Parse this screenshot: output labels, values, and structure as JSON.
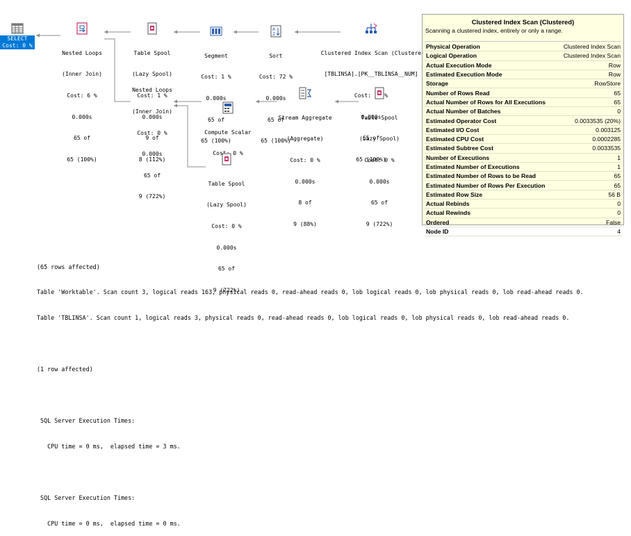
{
  "plan": {
    "select": {
      "label": "SELECT",
      "cost": "Cost: 0 %"
    },
    "nodes": [
      {
        "id": "nested-loops-1",
        "lines": [
          "Nested Loops",
          "(Inner Join)",
          "Cost: 6 %",
          "0.000s",
          "65 of",
          "65 (100%)"
        ]
      },
      {
        "id": "table-spool-1",
        "lines": [
          "Table Spool",
          "(Lazy Spool)",
          "Cost: 1 %",
          "0.000s",
          "9 of",
          "8 (112%)"
        ]
      },
      {
        "id": "segment",
        "lines": [
          "Segment",
          "Cost: 1 %",
          "0.000s",
          "65 of",
          "65 (100%)"
        ]
      },
      {
        "id": "sort",
        "lines": [
          "Sort",
          "Cost: 72 %",
          "0.000s",
          "65 of",
          "65 (100%)"
        ]
      },
      {
        "id": "clustered-index-scan",
        "lines": [
          "Clustered Index Scan (Clustere",
          "[TBLINSA].[PK__TBLINSA__NUM]",
          "Cost: 20 %",
          "0.000s",
          "65 of",
          "65 (100%)"
        ]
      },
      {
        "id": "nested-loops-2",
        "lines": [
          "Nested Loops",
          "(Inner Join)",
          "Cost: 0 %",
          "0.000s",
          "65 of",
          "9 (722%)"
        ]
      },
      {
        "id": "compute-scalar",
        "lines": [
          "Compute Scalar",
          "Cost: 0 %"
        ]
      },
      {
        "id": "stream-aggregate",
        "lines": [
          "Stream Aggregate",
          "(Aggregate)",
          "Cost: 0 %",
          "0.000s",
          "8 of",
          "9 (88%)"
        ]
      },
      {
        "id": "table-spool-2",
        "lines": [
          "Table Spool",
          "(Lazy Spool)",
          "Cost: 0 %",
          "0.000s",
          "65 of",
          "9 (722%)"
        ]
      },
      {
        "id": "table-spool-3",
        "lines": [
          "Table Spool",
          "(Lazy Spool)",
          "Cost: 0 %",
          "0.000s",
          "65 of",
          "9 (722%)"
        ]
      }
    ]
  },
  "tooltip": {
    "title": "Clustered Index Scan (Clustered)",
    "description": "Scanning a clustered index, entirely or only a range.",
    "rows": [
      [
        "Physical Operation",
        "Clustered Index Scan"
      ],
      [
        "Logical Operation",
        "Clustered Index Scan"
      ],
      [
        "Actual Execution Mode",
        "Row"
      ],
      [
        "Estimated Execution Mode",
        "Row"
      ],
      [
        "Storage",
        "RowStore"
      ],
      [
        "Number of Rows Read",
        "65"
      ],
      [
        "Actual Number of Rows for All Executions",
        "65"
      ],
      [
        "Actual Number of Batches",
        "0"
      ],
      [
        "Estimated Operator Cost",
        "0.0033535 (20%)"
      ],
      [
        "Estimated I/O Cost",
        "0.003125"
      ],
      [
        "Estimated CPU Cost",
        "0.0002285"
      ],
      [
        "Estimated Subtree Cost",
        "0.0033535"
      ],
      [
        "Number of Executions",
        "1"
      ],
      [
        "Estimated Number of Executions",
        "1"
      ],
      [
        "Estimated Number of Rows to be Read",
        "65"
      ],
      [
        "Estimated Number of Rows Per Execution",
        "65"
      ],
      [
        "Estimated Row Size",
        "56 B"
      ],
      [
        "Actual Rebinds",
        "0"
      ],
      [
        "Actual Rewinds",
        "0"
      ],
      [
        "Ordered",
        "False"
      ],
      [
        "Node ID",
        "4"
      ]
    ]
  },
  "messages": {
    "rows_affected_1": "(65 rows affected)",
    "worktable": "Table 'Worktable'. Scan count 3, logical reads 163, physical reads 0, read-ahead reads 0, lob logical reads 0, lob physical reads 0, lob read-ahead reads 0.",
    "tblinsa": "Table 'TBLINSA'. Scan count 1, logical reads 3, physical reads 0, read-ahead reads 0, lob logical reads 0, lob physical reads 0, lob read-ahead reads 0.",
    "rows_affected_2": "(1 row affected)",
    "exec_header_1": " SQL Server Execution Times:",
    "exec_times_1": "   CPU time = 0 ms,  elapsed time = 3 ms.",
    "exec_header_2": " SQL Server Execution Times:",
    "exec_times_2": "   CPU time = 0 ms,  elapsed time = 0 ms."
  },
  "icons": {
    "select": "select-grid-icon",
    "nested_loops": "nested-loops-icon",
    "table_spool": "table-spool-icon",
    "segment": "segment-icon",
    "sort": "sort-icon",
    "clustered_index_scan": "clustered-index-scan-icon",
    "compute_scalar": "compute-scalar-icon",
    "stream_aggregate": "stream-aggregate-icon"
  },
  "colors": {
    "selection": "#0078d7",
    "tooltip_bg": "#ffffe1",
    "icon_accent": "#c8306a",
    "icon_blue": "#2a5caa"
  }
}
